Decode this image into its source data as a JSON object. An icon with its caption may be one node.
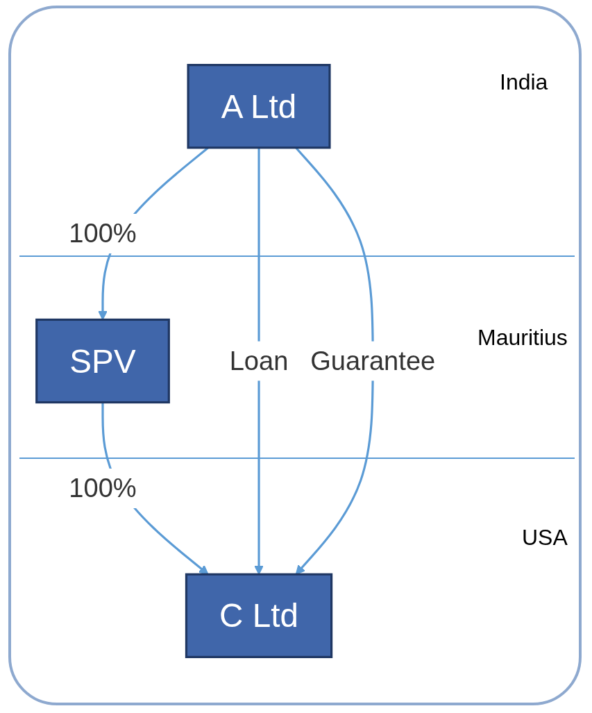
{
  "diagram": {
    "nodes": [
      {
        "text": [
          "A Ltd"
        ]
      },
      {
        "text": [
          "SPV"
        ]
      },
      {
        "text": [
          "C Ltd"
        ]
      }
    ],
    "edges": [
      {
        "from": 0,
        "to": 1,
        "arrow": "to",
        "label": "100%"
      },
      {
        "from": 1,
        "to": 2,
        "arrow": "to",
        "label": "100%"
      },
      {
        "from": 0,
        "to": 2,
        "arrow": "to",
        "label": "Loan"
      },
      {
        "from": 0,
        "to": 2,
        "arrow": "to",
        "label": "Guarantee"
      }
    ],
    "labels": [
      "India",
      "Mauritius",
      "USA"
    ]
  }
}
